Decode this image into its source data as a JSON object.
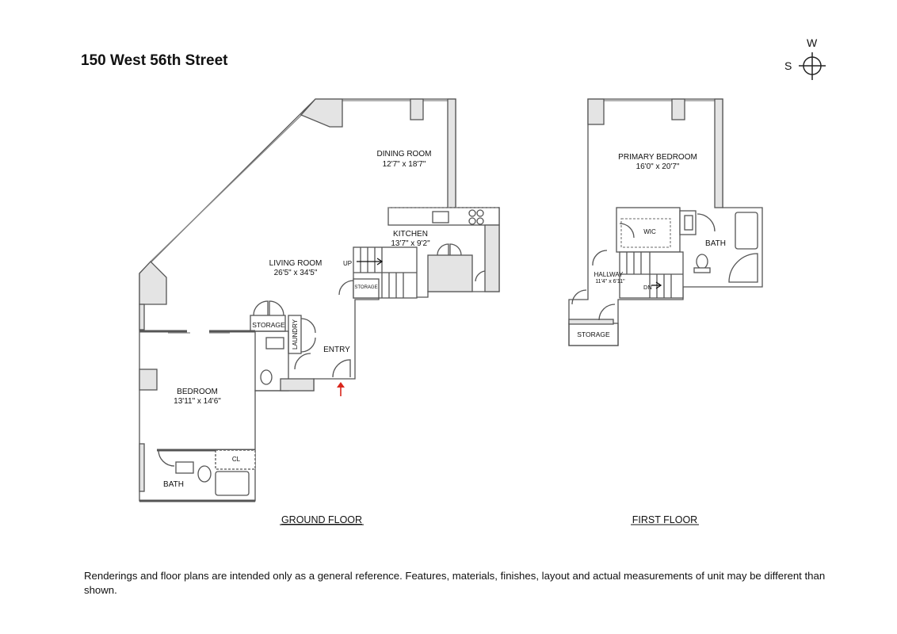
{
  "title": "150 West 56th Street",
  "compass": {
    "north": "W",
    "west": "S"
  },
  "ground_floor": {
    "label": "GROUND FLOOR",
    "rooms": {
      "dining": {
        "name": "DINING ROOM",
        "dims": "12'7\" x 18'7\""
      },
      "kitchen": {
        "name": "KITCHEN",
        "dims": "13'7\" x 9'2\""
      },
      "living": {
        "name": "LIVING ROOM",
        "dims": "26'5\" x 34'5\""
      },
      "bedroom": {
        "name": "BEDROOM",
        "dims": "13'11\" x 14'6\""
      },
      "storage_stair": "STORAGE",
      "storage_hall": "STORAGE",
      "laundry": "LAUNDRY",
      "entry": "ENTRY",
      "bath": "BATH",
      "closet": "CL",
      "stair_up": "UP"
    }
  },
  "first_floor": {
    "label": "FIRST FLOOR",
    "rooms": {
      "primary": {
        "name": "PRIMARY BEDROOM",
        "dims": "16'0\" x 20'7\""
      },
      "wic": "WIC",
      "bath": "BATH",
      "hallway": {
        "name": "HALLWAY",
        "dims": "11'4\" x 6'11\""
      },
      "stair_dn": "DN",
      "storage": "STORAGE"
    }
  },
  "entry_arrow_color": "#d9261c",
  "disclaimer": "Renderings and floor plans are intended only as a general reference. Features, materials, finishes, layout and actual measurements of unit may be different than shown."
}
